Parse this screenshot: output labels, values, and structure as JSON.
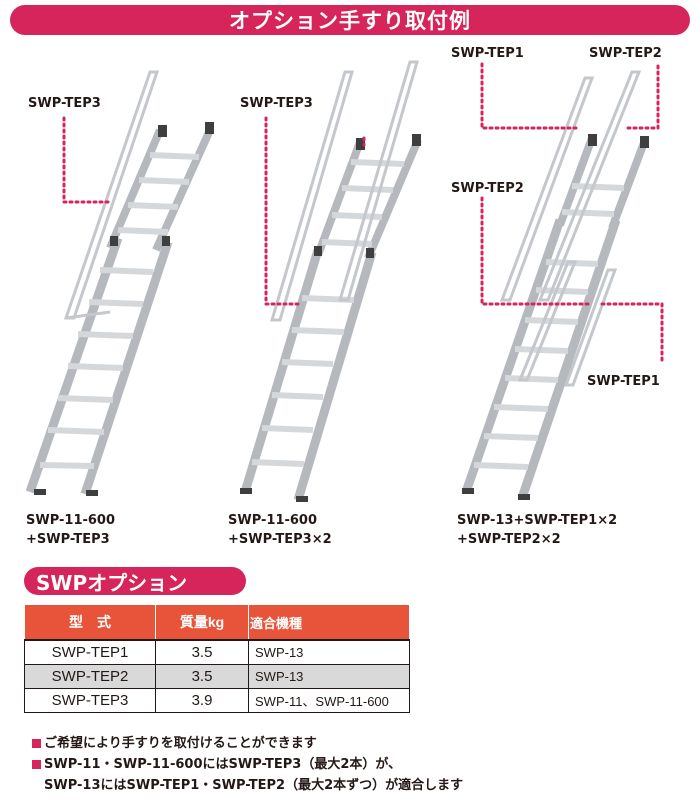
{
  "header": {
    "title": "オプション手すり取付例"
  },
  "figure": {
    "labels": {
      "tep3_a": "SWP-TEP3",
      "tep3_b": "SWP-TEP3",
      "tep1_top": "SWP-TEP1",
      "tep2_top": "SWP-TEP2",
      "tep2_mid": "SWP-TEP2",
      "tep1_bottom": "SWP-TEP1"
    },
    "captions": {
      "a_line1": "SWP-11-600",
      "a_line2": "+SWP-TEP3",
      "b_line1": "SWP-11-600",
      "b_line2": "+SWP-TEP3×2",
      "c_line1": "SWP-13+SWP-TEP1×2",
      "c_line2": "+SWP-TEP2×2"
    },
    "colors": {
      "leader": "#d6255a",
      "rail": "#c9ccd0",
      "dark": "#4a4a4a"
    }
  },
  "options": {
    "title": "SWPオプション",
    "headers": [
      "型　式",
      "質量kg",
      "適合機種"
    ],
    "rows": [
      [
        "SWP-TEP1",
        "3.5",
        "SWP-13"
      ],
      [
        "SWP-TEP2",
        "3.5",
        "SWP-13"
      ],
      [
        "SWP-TEP3",
        "3.9",
        "SWP-11、SWP-11-600"
      ]
    ]
  },
  "notes": {
    "line1": "ご希望により手すりを取付けることができます",
    "line2": "SWP-11・SWP-11-600にはSWP-TEP3（最大2本）が、",
    "line3": "SWP-13にはSWP-TEP1・SWP-TEP2（最大2本ずつ）が適合します"
  }
}
